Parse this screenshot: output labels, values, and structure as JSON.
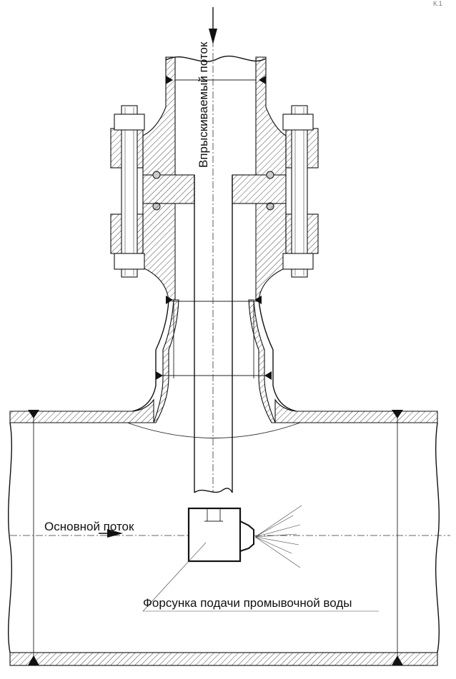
{
  "labels": {
    "injected_flow": "Впрыскиваемый поток",
    "main_flow": "Основной поток",
    "nozzle": "Форсунка подачи промывочной воды",
    "corner_mark": "К.1"
  },
  "colors": {
    "line": "#111111",
    "background": "#ffffff"
  }
}
